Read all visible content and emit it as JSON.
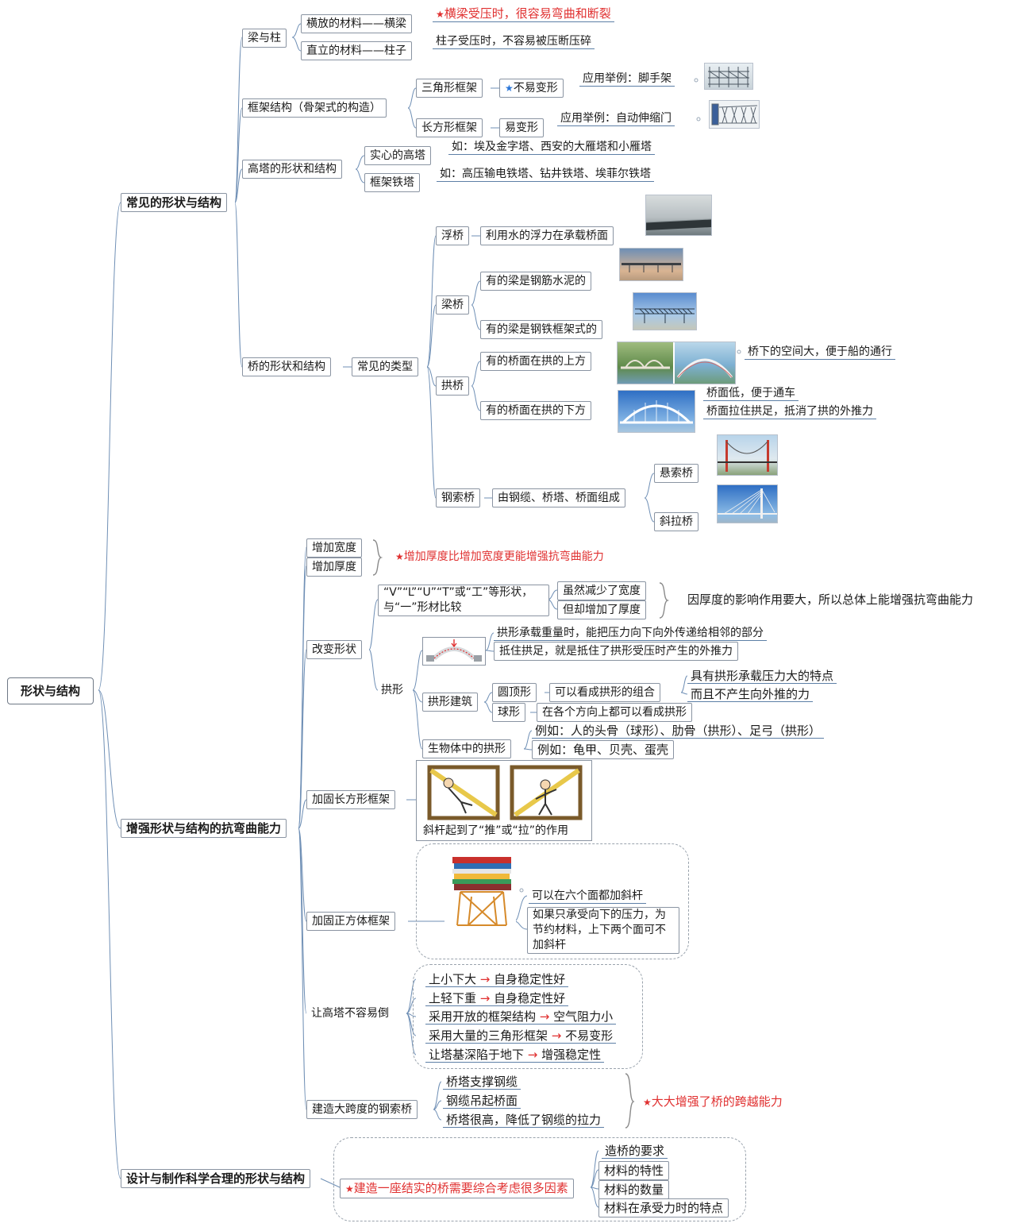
{
  "root": "形状与结构",
  "branches": {
    "common": "常见的形状与结构",
    "strengthen": "增强形状与结构的抗弯曲能力",
    "design": "设计与制作科学合理的形状与结构"
  },
  "beam_column": {
    "label": "梁与柱",
    "horizontal": "横放的材料——横梁",
    "horizontal_note": "横梁受压时，很容易弯曲和断裂",
    "vertical": "直立的材料——柱子",
    "vertical_note": "柱子受压时，不容易被压断压碎"
  },
  "frame": {
    "label": "框架结构（骨架式的构造）",
    "triangle": "三角形框架",
    "triangle_prop": "不易变形",
    "triangle_example": "应用举例：脚手架",
    "rect": "长方形框架",
    "rect_prop": "易变形",
    "rect_example": "应用举例：自动伸缩门"
  },
  "tower": {
    "label": "高塔的形状和结构",
    "solid": "实心的高塔",
    "solid_example": "如：埃及金字塔、西安的大雁塔和小雁塔",
    "framed": "框架铁塔",
    "framed_example": "如：高压输电铁塔、钻井铁塔、埃菲尔铁塔"
  },
  "bridge": {
    "label": "桥的形状和结构",
    "types": "常见的类型",
    "float": "浮桥",
    "float_desc": "利用水的浮力在承载桥面",
    "beam": "梁桥",
    "beam_a": "有的梁是钢筋水泥的",
    "beam_b": "有的梁是钢铁框架式的",
    "arch": "拱桥",
    "arch_above": "有的桥面在拱的上方",
    "arch_above_note": "桥下的空间大，便于船的通行",
    "arch_below": "有的桥面在拱的下方",
    "arch_below_note1": "桥面低，便于通车",
    "arch_below_note2": "桥面拉住拱足，抵消了拱的外推力",
    "cable": "钢索桥",
    "cable_desc": "由钢缆、桥塔、桥面组成",
    "suspension": "悬索桥",
    "cable_stayed": "斜拉桥"
  },
  "strength": {
    "width": "增加宽度",
    "thickness": "增加厚度",
    "thickness_note": "增加厚度比增加宽度更能增强抗弯曲能力",
    "shape": "改变形状",
    "shape_compare": "“V”“L”“U”“T”或“工”等形状，与“一”形材比较",
    "shape_a": "虽然减少了宽度",
    "shape_b": "但却增加了厚度",
    "shape_conclusion": "因厚度的影响作用要大，所以总体上能增强抗弯曲能力",
    "arch": "拱形",
    "arch_note1": "拱形承载重量时，能把压力向下向外传递给相邻的部分",
    "arch_note2": "抵住拱足，就是抵住了拱形受压时产生的外推力",
    "arch_building": "拱形建筑",
    "dome": "圆顶形",
    "dome_desc": "可以看成拱形的组合",
    "dome_note1": "具有拱形承载压力大的特点",
    "dome_note2": "而且不产生向外推的力",
    "sphere": "球形",
    "sphere_desc": "在各个方向上都可以看成拱形",
    "bio_arch": "生物体中的拱形",
    "bio_example1": "例如：人的头骨（球形）、肋骨（拱形）、足弓（拱形）",
    "bio_example2": "例如：龟甲、贝壳、蛋壳",
    "rect_frame": "加固长方形框架",
    "rect_frame_caption": "斜杆起到了“推”或“拉”的作用",
    "cube_frame": "加固正方体框架",
    "cube_note1": "可以在六个面都加斜杆",
    "cube_note2": "如果只承受向下的压力，为节约材料，上下两个面可不加斜杆",
    "tower": "让高塔不容易倒",
    "tower_items": [
      {
        "cause": "上小下大",
        "arrow": "→",
        "effect": "自身稳定性好"
      },
      {
        "cause": "上轻下重",
        "arrow": "→",
        "effect": "自身稳定性好"
      },
      {
        "cause": "采用开放的框架结构",
        "arrow": "→",
        "effect": "空气阻力小"
      },
      {
        "cause": "采用大量的三角形框架",
        "arrow": "→",
        "effect": "不易变形"
      },
      {
        "cause": "让塔基深陷于地下",
        "arrow": "→",
        "effect": "增强稳定性"
      }
    ],
    "cable_bridge": "建造大跨度的钢索桥",
    "cable_items": [
      "桥塔支撑钢缆",
      "钢缆吊起桥面",
      "桥塔很高，降低了钢缆的拉力"
    ],
    "cable_note": "大大增强了桥的跨越能力"
  },
  "design": {
    "main": "建造一座结实的桥需要综合考虑很多因素",
    "factors": [
      "造桥的要求",
      "材料的特性",
      "材料的数量",
      "材料在承受力时的特点"
    ]
  },
  "star": "★",
  "colors": {
    "accent_red": "#e03030",
    "star_blue": "#2a76d8",
    "line": "#5d7fa6"
  }
}
